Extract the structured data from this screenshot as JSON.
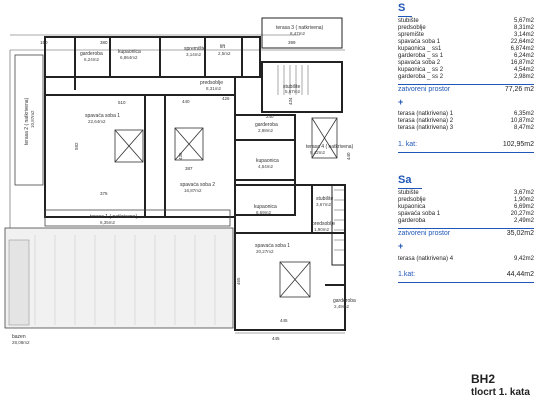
{
  "panel_s": {
    "header": "S",
    "rows": [
      {
        "name": "stubište",
        "value": "5,67m2"
      },
      {
        "name": "predsoblje",
        "value": "8,31m2"
      },
      {
        "name": "spremište",
        "value": "3,14m2"
      },
      {
        "name": "spavaća soba 1",
        "value": "22,64m2"
      },
      {
        "name": "kupaonica _ ss1",
        "value": "6,874m2"
      },
      {
        "name": "garderoba _ ss 1",
        "value": "6,24m2"
      },
      {
        "name": "spavaća soba 2",
        "value": "16,87m2"
      },
      {
        "name": "kupaonica _ ss 2",
        "value": "4,54m2"
      },
      {
        "name": "garderoba _ ss 2",
        "value": "2,98m2"
      }
    ],
    "closed_label": "zatvoreni prostor",
    "closed_value": "77,26 m2",
    "plus": "+",
    "terraces": [
      {
        "name": "terasa (natkrivena) 1",
        "value": "6,35m2"
      },
      {
        "name": "terasa (natkrivena) 2",
        "value": "10,87m2"
      },
      {
        "name": "terasa (natkrivena) 3",
        "value": "8,47m2"
      }
    ],
    "floor_label": "1. kat:",
    "floor_value": "102,95m2"
  },
  "panel_sa": {
    "header": "Sa",
    "rows": [
      {
        "name": "stubište",
        "value": "3,67m2"
      },
      {
        "name": "predsoblje",
        "value": "1,90m2"
      },
      {
        "name": "kupaonica",
        "value": "6,69m2"
      },
      {
        "name": "spavaća soba 1",
        "value": "20,27m2"
      },
      {
        "name": "garderoba",
        "value": "2,49m2"
      }
    ],
    "closed_label": "zatvoreni prostor",
    "closed_value": "35,02m2",
    "plus": "+",
    "terraces": [
      {
        "name": "terasa (natkrivena) 4",
        "value": "9,42m2"
      }
    ],
    "floor_label": "1.kat:",
    "floor_value": "44,44m2"
  },
  "title": {
    "line1": "BH2",
    "line2": "tlocrt 1. kata"
  },
  "plan": {
    "rooms": [
      {
        "name": "terasa 3 ( natkrivena)",
        "area": "8,47m2"
      },
      {
        "name": "garderoba",
        "area": "6,24m2"
      },
      {
        "name": "kupaonica",
        "area": "6,864m2"
      },
      {
        "name": "spremište",
        "area": "3,14m2"
      },
      {
        "name": "lift",
        "area": "2,5m2"
      },
      {
        "name": "predsoblje",
        "area": "8,31m2"
      },
      {
        "name": "stubište",
        "area": "5,67m2"
      },
      {
        "name": "terasa 2 ( natkrivena)",
        "area": "10,87m2"
      },
      {
        "name": "spavaća soba 1",
        "area": "22,64m2"
      },
      {
        "name": "garderoba",
        "area": "2,98m2"
      },
      {
        "name": "kupaonica",
        "area": "4,54m2"
      },
      {
        "name": "terasa 4 ( natkrivena)",
        "area": "9,42m2"
      },
      {
        "name": "spavaća soba 2",
        "area": "16,87m2"
      },
      {
        "name": "terasa 1 ( natkrivena)",
        "area": "6,35m2"
      },
      {
        "name": "kupaonica",
        "area": "6,69m2"
      },
      {
        "name": "stubište",
        "area": "3,67m2"
      },
      {
        "name": "predsoblje",
        "area": "1,90m2"
      },
      {
        "name": "spavaća soba 1",
        "area": "20,27m2"
      },
      {
        "name": "garderoba",
        "area": "2,49m2"
      },
      {
        "name": "bazen",
        "area": "28,08m2"
      }
    ],
    "dims": [
      "150",
      "380",
      "399",
      "440",
      "510",
      "426",
      "582",
      "376",
      "387",
      "436",
      "434",
      "240",
      "445",
      "445",
      "465",
      "440"
    ]
  }
}
